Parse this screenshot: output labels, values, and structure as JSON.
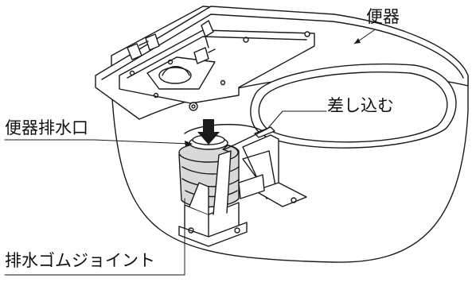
{
  "labels": {
    "toilet_bowl": "便器",
    "insert": "差し込む",
    "toilet_drain_outlet": "便器排水口",
    "drain_rubber_joint": "排水ゴムジョイント"
  },
  "colors": {
    "line": "#1a1a1a",
    "fill": "#ffffff",
    "shade": "#d9d9d9"
  }
}
